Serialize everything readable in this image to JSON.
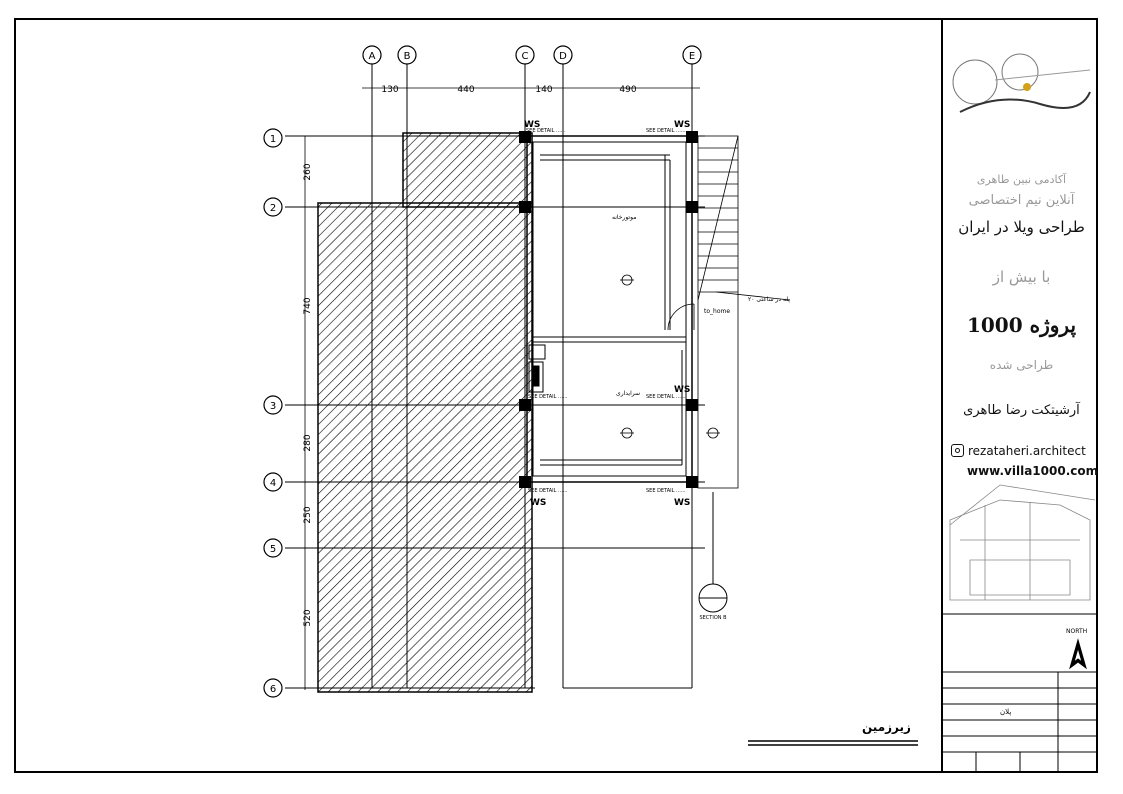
{
  "drawing": {
    "sheet_title": "زیرزمین",
    "grid_columns": [
      "A",
      "B",
      "C",
      "D",
      "E"
    ],
    "grid_rows": [
      "1",
      "2",
      "3",
      "4",
      "5",
      "6"
    ],
    "top_dimensions": [
      "130",
      "440",
      "140",
      "490"
    ],
    "left_dimensions": [
      "260",
      "740",
      "280",
      "250",
      "520"
    ],
    "ws_label": "WS",
    "see_detail": "SEE DETAIL ......",
    "room_labels": [
      "موتورخانه",
      "سرایداری"
    ],
    "stair_note": "۲۰ پله در ساعتی",
    "to_home": "to_home",
    "section_marker": "SECTION B"
  },
  "title_block": {
    "brand": "آکادمی نبین طاهری",
    "line1": "آنلاین نیم اختصاصی",
    "line2": "طراحی ویلا در ایران",
    "line3": "با بیش از",
    "line4": "1000 پروژه",
    "line5": "طراحی شده",
    "line6": "آرشیتکت رضا طاهری",
    "instagram": "rezataheri.architect",
    "website": "www.villa1000.com",
    "north": "NORTH",
    "table_value": "پلان"
  },
  "colors": {
    "line": "#000000",
    "faint": "#9a9a9a"
  }
}
